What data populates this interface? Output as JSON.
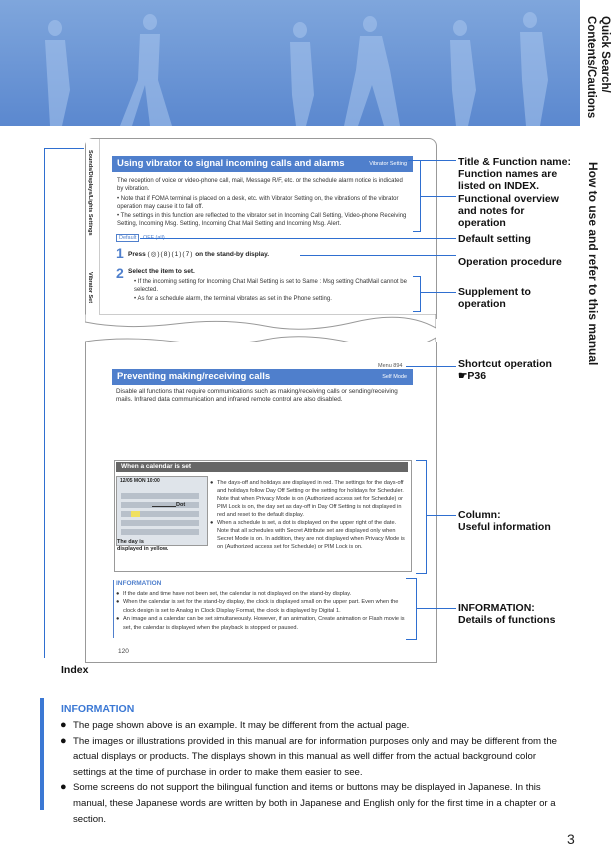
{
  "banner": {
    "side_title": "Quick Search/\nContents/Cautions",
    "section_title": "How to use and refer to this manual"
  },
  "sample_page": {
    "side_index_1": "Sounds/Displays/Lights Settings",
    "side_index_2": "Vibrator Set",
    "section1_title": "Using vibrator to signal incoming calls and alarms",
    "section1_tag": "Vibrator Setting",
    "section1_desc": "The reception of voice or video-phone call, mail, Message R/F, etc. or the schedule alarm notice is indicated by vibration.",
    "section1_notes": [
      "Note that if FOMA terminal is placed on a desk, etc. with Vibrator Setting on, the vibrations of the vibrator operation may cause it to fall off.",
      "The settings in this function are reflected to the vibrator set in Incoming Call Setting, Video-phone Receiving Setting, Incoming Msg. Setting, Incoming Chat Mail Setting and Incoming Msg. Alert."
    ],
    "default_label": "Default",
    "default_value": "OFF (all)",
    "step1_num": "1",
    "step1_text": "Press",
    "step1_keys": "(◎)(8)(1)(7)",
    "step1_suffix": "on the stand-by display.",
    "step2_num": "2",
    "step2_text": "Select the item to set.",
    "step2_notes": [
      "If the incoming setting for Incoming Chat Mail Setting is set to Same : Msg setting  ChatMail cannot be selected.",
      "As for a schedule alarm, the terminal vibrates as set in the Phone setting."
    ],
    "menu_no": "Menu 894",
    "section2_title": "Preventing making/receiving calls",
    "section2_tag": "Self Mode",
    "section2_desc": "Disable all functions that require communications such as making/receiving calls or sending/receiving mails. Infrared data communication and infrared remote control are also disabled.",
    "column_title": "When a calendar is set",
    "cal_header": "12/05 MON  10:00",
    "cal_dot_label": "Dot",
    "cal_caption": "The day is\ndisplayed in yellow.",
    "column_bullets": [
      "The days-off and holidays are displayed in red. The settings for the days-off and holidays follow Day Off Setting or the setting for holidays for Scheduler. Note that when Privacy Mode is on (Authorized access set for Schedule) or PIM Lock is on, the day set as day-off in Day Off Setting is not displayed in red and reset to the default display.",
      "When a schedule is set, a dot is displayed on the upper right of the date. Note that all schedules with Secret Attribute set are displayed only when Secret Mode is on. In addition, they are not displayed when Privacy Mode is on (Authorized access set for Schedule) or PIM Lock is on."
    ],
    "info_title": "INFORMATION",
    "info_bullets": [
      "If the date and time have not been set, the calendar is not displayed on the stand-by display.",
      "When the calendar is set for the stand-by display, the clock is displayed small on the upper part. Even when the clock design is set to Analog in Clock Display Format, the clock is displayed by Digital 1.",
      "An image and a calendar can be set simultaneously. However, if an animation, Create animation or Flash movie is set, the calendar is displayed when the playback is stopped or paused."
    ],
    "page_number": "120"
  },
  "callouts": {
    "title_function": "Title & Function name:\nFunction names are\nlisted on INDEX.",
    "functional_overview": "Functional overview\nand notes for\noperation",
    "default_setting": "Default setting",
    "operation_procedure": "Operation procedure",
    "supplement": "Supplement to\noperation",
    "shortcut": "Shortcut operation\n☛P36",
    "column": "Column:\nUseful information",
    "information": "INFORMATION:\nDetails of functions",
    "index": "Index"
  },
  "information": {
    "title": "INFORMATION",
    "bullets": [
      "The page shown above is an example. It may be different from the actual page.",
      "The images or illustrations provided in this manual are for information purposes only and may be different from the actual displays or products. The displays shown in this manual as well differ from the actual background color settings at the time of purchase in order to make them easier to see.",
      "Some screens do not support the bilingual function and items or buttons may be displayed in Japanese. In this manual, these Japanese words are written by both in Japanese and English only for the first time in a chapter or a section."
    ]
  },
  "page_number": "3",
  "colors": {
    "banner": "#5b88cf",
    "accent": "#2f6fd0",
    "titlebar": "#4f7fcc",
    "info": "#3b78d4"
  }
}
